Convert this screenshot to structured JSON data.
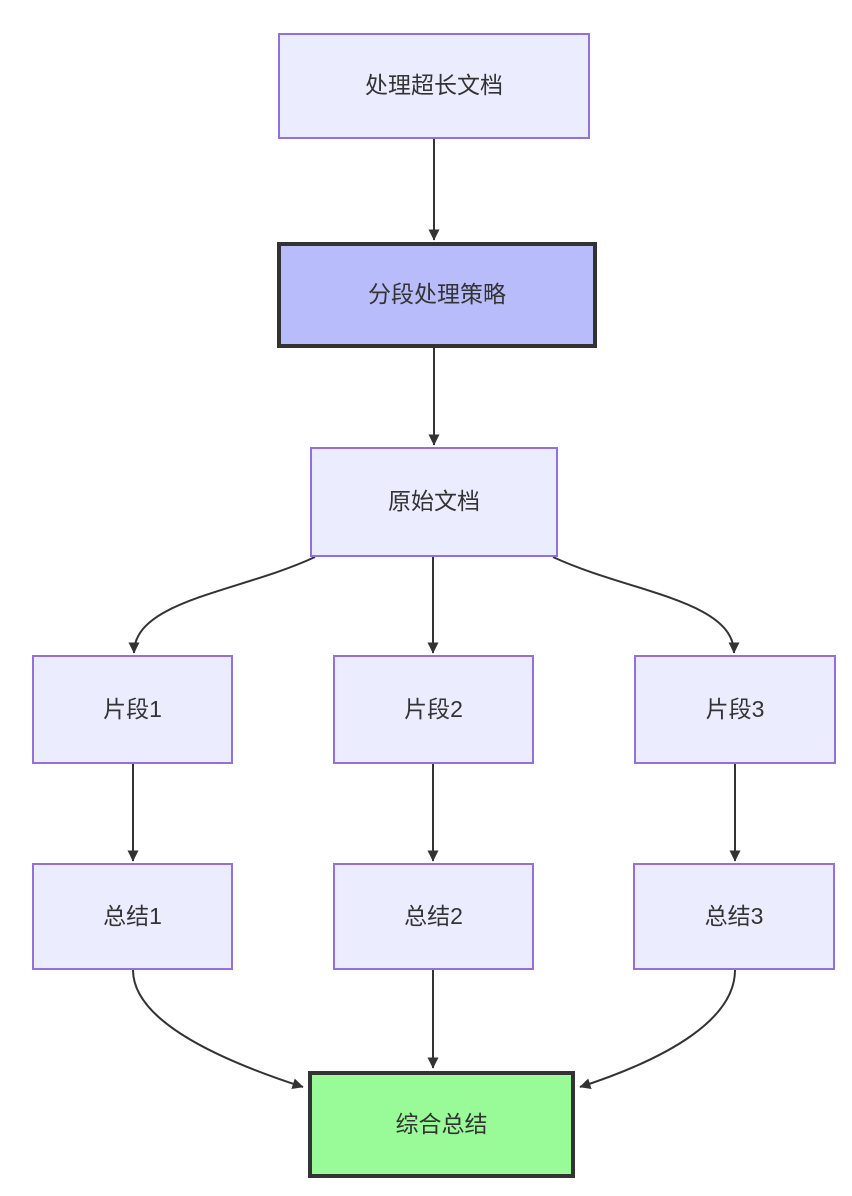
{
  "diagram": {
    "type": "flowchart",
    "direction": "top-down",
    "background": "#FFFFFF",
    "nodes": [
      {
        "id": "A",
        "label": "处理超长文档",
        "variant": "default"
      },
      {
        "id": "B",
        "label": "分段处理策略",
        "variant": "emphasis"
      },
      {
        "id": "C",
        "label": "原始文档",
        "variant": "default"
      },
      {
        "id": "D",
        "label": "片段1",
        "variant": "default"
      },
      {
        "id": "E",
        "label": "片段2",
        "variant": "default"
      },
      {
        "id": "F",
        "label": "片段3",
        "variant": "default"
      },
      {
        "id": "G",
        "label": "总结1",
        "variant": "default"
      },
      {
        "id": "H",
        "label": "总结2",
        "variant": "default"
      },
      {
        "id": "I",
        "label": "总结3",
        "variant": "default"
      },
      {
        "id": "J",
        "label": "综合总结",
        "variant": "success"
      }
    ],
    "edges": [
      {
        "from": "处理超长文档",
        "to": "分段处理策略",
        "style": "straight-arrow"
      },
      {
        "from": "分段处理策略",
        "to": "原始文档",
        "style": "straight-arrow"
      },
      {
        "from": "原始文档",
        "to": "片段1",
        "style": "curved-arrow"
      },
      {
        "from": "原始文档",
        "to": "片段2",
        "style": "straight-arrow"
      },
      {
        "from": "原始文档",
        "to": "片段3",
        "style": "curved-arrow"
      },
      {
        "from": "片段1",
        "to": "总结1",
        "style": "straight-arrow"
      },
      {
        "from": "片段2",
        "to": "总结2",
        "style": "straight-arrow"
      },
      {
        "from": "片段3",
        "to": "总结3",
        "style": "straight-arrow"
      },
      {
        "from": "总结1",
        "to": "综合总结",
        "style": "curved-arrow"
      },
      {
        "from": "总结2",
        "to": "综合总结",
        "style": "straight-arrow"
      },
      {
        "from": "总结3",
        "to": "综合总结",
        "style": "curved-arrow"
      }
    ],
    "colors": {
      "node_fill": "#ECECFF",
      "node_border": "#9370DB",
      "emphasis_fill": "#B8BCFA",
      "emphasis_border": "#333333",
      "success_fill": "#98FB98",
      "success_border": "#333333",
      "edge": "#333333",
      "text": "#333333",
      "background": "#FFFFFF"
    }
  }
}
